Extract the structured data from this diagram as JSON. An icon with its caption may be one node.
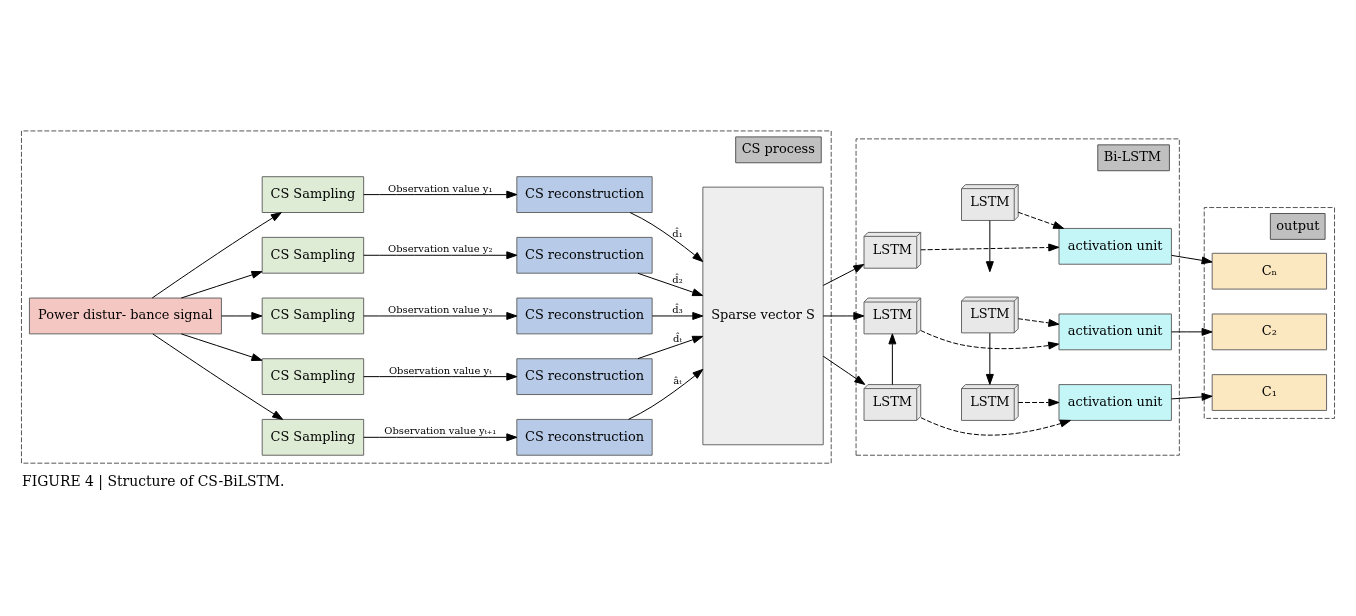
{
  "diagram": {
    "caption": "FIGURE 4 | Structure of CS-BiLSTM.",
    "nodes": [
      {
        "text": [
          "CS process"
        ]
      },
      {
        "text": [
          "Power distur- bance signal"
        ],
        "in": 0
      },
      {
        "text": [
          "CS Sampling"
        ],
        "in": 0
      },
      {
        "text": [
          "CS Sampling"
        ],
        "in": 0
      },
      {
        "text": [
          "CS Sampling"
        ],
        "in": 0
      },
      {
        "text": [
          "CS Sampling"
        ],
        "in": 0
      },
      {
        "text": [
          "CS Sampling"
        ],
        "in": 0
      },
      {
        "text": [
          "CS reconstruction"
        ],
        "in": 0
      },
      {
        "text": [
          "CS reconstruction"
        ],
        "in": 0
      },
      {
        "text": [
          "CS reconstruction"
        ],
        "in": 0
      },
      {
        "text": [
          "CS reconstruction"
        ],
        "in": 0
      },
      {
        "text": [
          "CS reconstruction"
        ],
        "in": 0
      },
      {
        "text": [
          "Sparse vector S"
        ],
        "in": 0
      },
      {
        "text": [
          "Bi-LSTM"
        ]
      },
      {
        "text": [
          "LSTM"
        ],
        "in": 13
      },
      {
        "text": [
          "LSTM"
        ],
        "in": 13
      },
      {
        "text": [
          "LSTM"
        ],
        "in": 13
      },
      {
        "text": [
          "LSTM"
        ],
        "in": 13
      },
      {
        "text": [
          "LSTM"
        ],
        "in": 13
      },
      {
        "text": [
          "LSTM"
        ],
        "in": 13
      },
      {
        "text": [
          "activation unit"
        ],
        "in": 13
      },
      {
        "text": [
          "activation unit"
        ],
        "in": 13
      },
      {
        "text": [
          "activation unit"
        ],
        "in": 13
      },
      {
        "text": [
          "output"
        ]
      },
      {
        "text": [
          "C₁"
        ],
        "in": 23
      },
      {
        "text": [
          "C₂"
        ],
        "in": 23
      },
      {
        "text": [
          "Cₙ"
        ],
        "in": 23
      }
    ],
    "edges": [
      {
        "from": 1,
        "to": 2,
        "arrow": "to"
      },
      {
        "from": 1,
        "to": 3,
        "arrow": "to"
      },
      {
        "from": 1,
        "to": 4,
        "arrow": "to"
      },
      {
        "from": 1,
        "to": 5,
        "arrow": "to"
      },
      {
        "from": 1,
        "to": 6,
        "arrow": "to"
      },
      {
        "from": 2,
        "to": 7,
        "arrow": "to",
        "label": "Observation value y₁"
      },
      {
        "from": 3,
        "to": 8,
        "arrow": "to",
        "label": "Observation value y₂"
      },
      {
        "from": 4,
        "to": 9,
        "arrow": "to",
        "label": "Observation value y₃"
      },
      {
        "from": 5,
        "to": 10,
        "arrow": "to",
        "label": "Observation value yₜ"
      },
      {
        "from": 6,
        "to": 11,
        "arrow": "to",
        "label": "Observation value yₜ₊₁"
      },
      {
        "from": 7,
        "to": 12,
        "arrow": "to",
        "label": "d̂₁"
      },
      {
        "from": 8,
        "to": 12,
        "arrow": "to",
        "label": "d̂₂"
      },
      {
        "from": 9,
        "to": 12,
        "arrow": "to",
        "label": "d̂₃"
      },
      {
        "from": 10,
        "to": 12,
        "arrow": "to",
        "label": "d̂ₜ"
      },
      {
        "from": 11,
        "to": 12,
        "arrow": "to",
        "label": "âₜ"
      },
      {
        "from": 12,
        "to": 14,
        "arrow": "to"
      },
      {
        "from": 12,
        "to": 15,
        "arrow": "to"
      },
      {
        "from": 12,
        "to": 16,
        "arrow": "to"
      },
      {
        "from": 14,
        "to": 15,
        "arrow": "to"
      },
      {
        "from": 18,
        "to": 17,
        "arrow": "to"
      },
      {
        "from": 19,
        "to": null,
        "arrow": "to"
      },
      {
        "from": 14,
        "to": 20,
        "arrow": "to",
        "style": "dashed"
      },
      {
        "from": 17,
        "to": 20,
        "arrow": "to",
        "style": "dashed"
      },
      {
        "from": 15,
        "to": 21,
        "arrow": "to",
        "style": "dashed"
      },
      {
        "from": 18,
        "to": 21,
        "arrow": "to",
        "style": "dashed"
      },
      {
        "from": 16,
        "to": 22,
        "arrow": "to",
        "style": "dashed"
      },
      {
        "from": 19,
        "to": 22,
        "arrow": "to",
        "style": "dashed"
      },
      {
        "from": 20,
        "to": 24,
        "arrow": "to"
      },
      {
        "from": 21,
        "to": 25,
        "arrow": "to"
      },
      {
        "from": 22,
        "to": 26,
        "arrow": "to"
      }
    ]
  }
}
